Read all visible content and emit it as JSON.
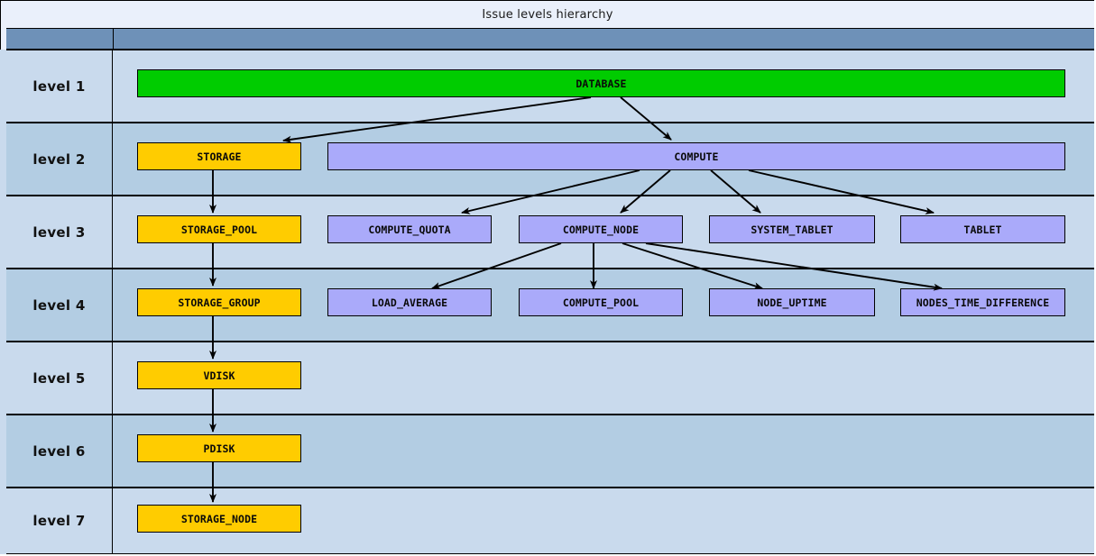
{
  "diagram": {
    "title": "Issue levels hierarchy",
    "colors": {
      "title_bg": "#EAF0FB",
      "header_band": "#6E91B8",
      "row_light": "#C9DAED",
      "row_dark": "#B3CDE3",
      "node_green": "#00CC00",
      "node_yellow": "#FFCC00",
      "node_purple": "#AAAAFA",
      "border": "#000000"
    },
    "levels": [
      {
        "label": "level 1"
      },
      {
        "label": "level 2"
      },
      {
        "label": "level 3"
      },
      {
        "label": "level 4"
      },
      {
        "label": "level 5"
      },
      {
        "label": "level 6"
      },
      {
        "label": "level 7"
      }
    ],
    "nodes": [
      {
        "id": "database",
        "label": "DATABASE",
        "level": 1,
        "color": "green"
      },
      {
        "id": "storage",
        "label": "STORAGE",
        "level": 2,
        "color": "yellow"
      },
      {
        "id": "compute",
        "label": "COMPUTE",
        "level": 2,
        "color": "purple"
      },
      {
        "id": "storage_pool",
        "label": "STORAGE_POOL",
        "level": 3,
        "color": "yellow"
      },
      {
        "id": "compute_quota",
        "label": "COMPUTE_QUOTA",
        "level": 3,
        "color": "purple"
      },
      {
        "id": "compute_node",
        "label": "COMPUTE_NODE",
        "level": 3,
        "color": "purple"
      },
      {
        "id": "system_tablet",
        "label": "SYSTEM_TABLET",
        "level": 3,
        "color": "purple"
      },
      {
        "id": "tablet",
        "label": "TABLET",
        "level": 3,
        "color": "purple"
      },
      {
        "id": "storage_group",
        "label": "STORAGE_GROUP",
        "level": 4,
        "color": "yellow"
      },
      {
        "id": "load_average",
        "label": "LOAD_AVERAGE",
        "level": 4,
        "color": "purple"
      },
      {
        "id": "compute_pool",
        "label": "COMPUTE_POOL",
        "level": 4,
        "color": "purple"
      },
      {
        "id": "node_uptime",
        "label": "NODE_UPTIME",
        "level": 4,
        "color": "purple"
      },
      {
        "id": "nodes_time_difference",
        "label": "NODES_TIME_DIFFERENCE",
        "level": 4,
        "color": "purple"
      },
      {
        "id": "vdisk",
        "label": "VDISK",
        "level": 5,
        "color": "yellow"
      },
      {
        "id": "pdisk",
        "label": "PDISK",
        "level": 6,
        "color": "yellow"
      },
      {
        "id": "storage_node",
        "label": "STORAGE_NODE",
        "level": 7,
        "color": "yellow"
      }
    ],
    "edges": [
      {
        "from": "database",
        "to": "storage"
      },
      {
        "from": "database",
        "to": "compute"
      },
      {
        "from": "storage",
        "to": "storage_pool"
      },
      {
        "from": "compute",
        "to": "compute_quota"
      },
      {
        "from": "compute",
        "to": "compute_node"
      },
      {
        "from": "compute",
        "to": "system_tablet"
      },
      {
        "from": "compute",
        "to": "tablet"
      },
      {
        "from": "storage_pool",
        "to": "storage_group"
      },
      {
        "from": "compute_node",
        "to": "load_average"
      },
      {
        "from": "compute_node",
        "to": "compute_pool"
      },
      {
        "from": "compute_node",
        "to": "node_uptime"
      },
      {
        "from": "compute_node",
        "to": "nodes_time_difference"
      },
      {
        "from": "storage_group",
        "to": "vdisk"
      },
      {
        "from": "vdisk",
        "to": "pdisk"
      },
      {
        "from": "pdisk",
        "to": "storage_node"
      }
    ]
  }
}
